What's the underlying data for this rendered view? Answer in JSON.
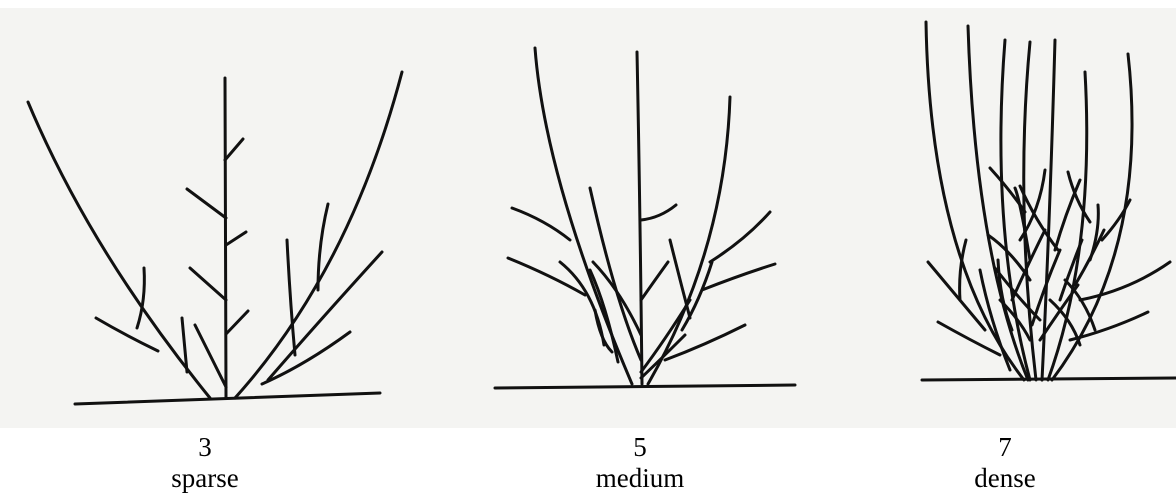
{
  "panels": [
    {
      "number": "3",
      "label": "sparse"
    },
    {
      "number": "5",
      "label": "medium"
    },
    {
      "number": "7",
      "label": "dense"
    }
  ],
  "colors": {
    "background": "#f4f4f2",
    "ink": "#111111"
  }
}
